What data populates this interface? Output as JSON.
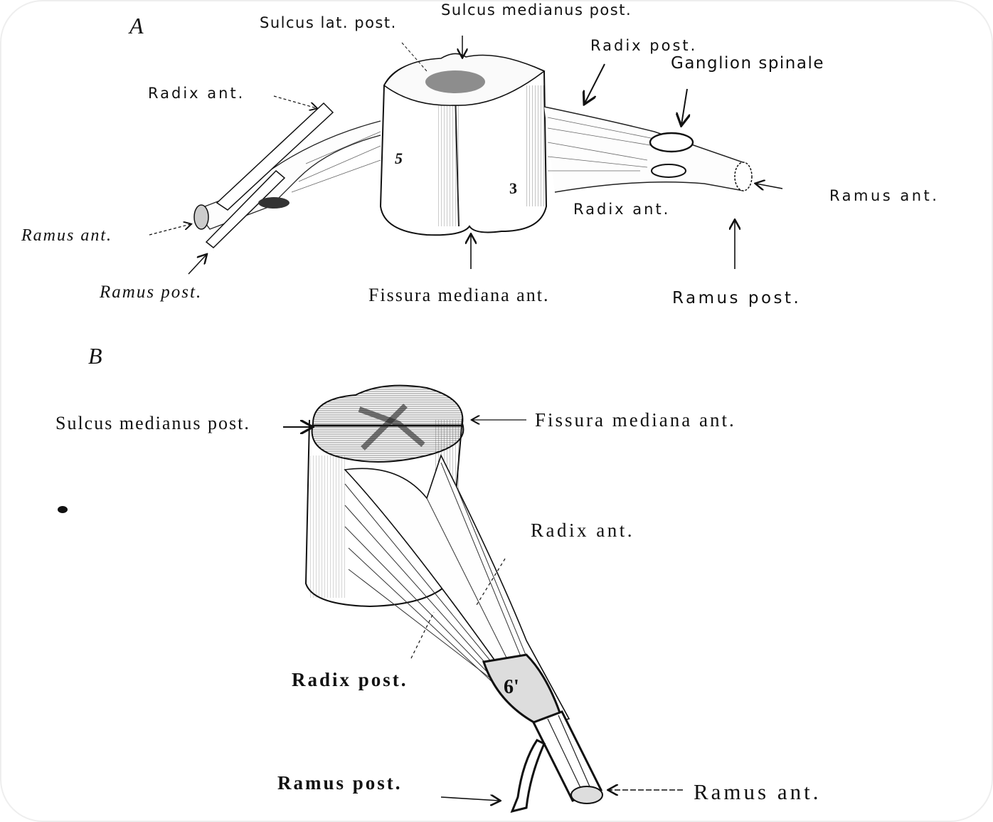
{
  "figure": {
    "panel_a": {
      "letter": "A",
      "labels": {
        "sulcus_lat_post": "Sulcus lat. post.",
        "sulcus_medianus_post": "Sulcus medianus post.",
        "radix_post": "Radix post.",
        "ganglion_spinale": "Ganglion spinale",
        "radix_ant_left": "Radix ant.",
        "radix_ant_right": "Radix ant.",
        "ramus_ant_left": "Ramus ant.",
        "ramus_ant_right": "Ramus ant.",
        "ramus_post_left": "Ramus post.",
        "ramus_post_right": "Ramus post.",
        "fissura_mediana_ant": "Fissura mediana ant."
      },
      "numbers": {
        "n5": "5",
        "n3": "3"
      }
    },
    "panel_b": {
      "letter": "B",
      "labels": {
        "sulcus_medianus_post": "Sulcus medianus post.",
        "fissura_mediana_ant": "Fissura mediana ant.",
        "radix_ant": "Radix ant.",
        "radix_post": "Radix post.",
        "ramus_post": "Ramus post.",
        "ramus_ant": "Ramus ant."
      },
      "numbers": {
        "n6": "6'"
      }
    }
  }
}
